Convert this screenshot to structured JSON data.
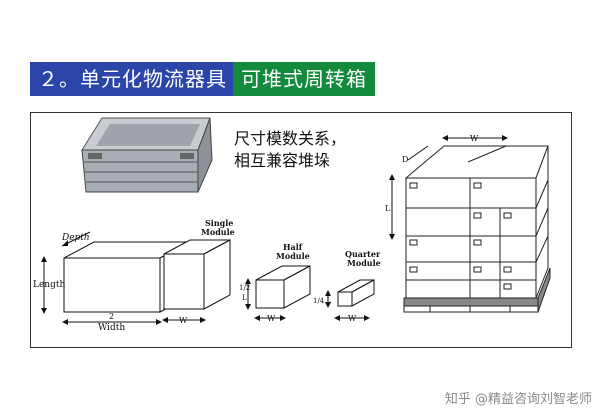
{
  "banner": {
    "left_text": "２。单元化物流器具",
    "right_text": "可堆式周转箱"
  },
  "description": {
    "line1": "尺寸模数关系，",
    "line2": "相互兼容堆垛"
  },
  "diagram": {
    "depth_label": "Depth",
    "length_label": "Length",
    "two_label": "2",
    "width_label": "Width",
    "single_label_1": "Single",
    "single_label_2": "Module",
    "half_label_1": "Half",
    "half_label_2": "Module",
    "quarter_label_1": "Quarter",
    "quarter_label_2": "Module",
    "w_label": "W",
    "half_l_top": "1/2",
    "half_l_bottom": "L",
    "quarter_l": "1/4 L",
    "pallet_w": "W",
    "pallet_d": "D",
    "pallet_l": "L"
  },
  "watermark": "知乎 @精益咨询刘智老师",
  "colors": {
    "banner_blue": "#2b46a8",
    "banner_green": "#138a3c"
  }
}
